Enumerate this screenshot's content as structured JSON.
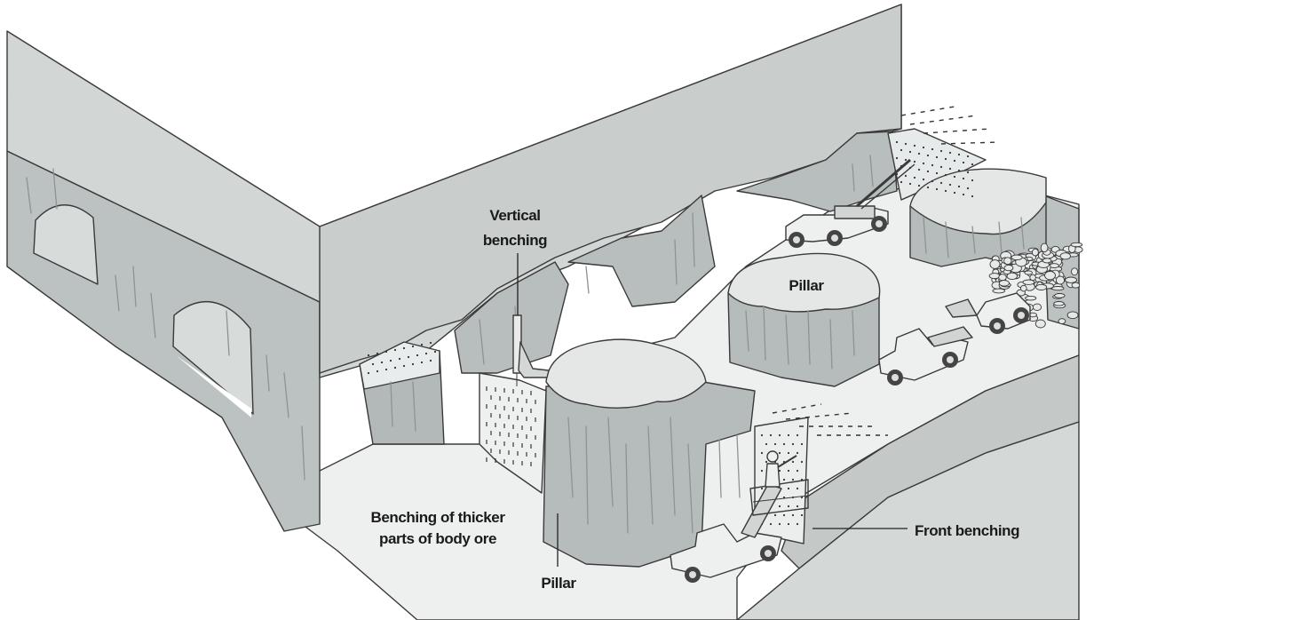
{
  "labels": {
    "vertical_benching_line1": "Vertical",
    "vertical_benching_line2": "benching",
    "pillar_back": "Pillar",
    "pillar_front": "Pillar",
    "benching_thicker_line1": "Benching of thicker",
    "benching_thicker_line2": "parts of body ore",
    "front_benching": "Front benching"
  },
  "colors": {
    "roof_top": "#d2d6d5",
    "rock_face": "#bcc2c1",
    "rock_face_dark": "#a9afae",
    "pillar_top": "#e4e7e6",
    "floor": "#eef0ef",
    "outline": "#3a3a3a"
  },
  "icons": {
    "drill_rig": "drill-rig-icon",
    "loader_truck": "loader-truck-icon",
    "pickup_truck": "pickup-truck-icon",
    "scaling_truck": "scaling-truck-icon",
    "worker": "worker-icon"
  }
}
